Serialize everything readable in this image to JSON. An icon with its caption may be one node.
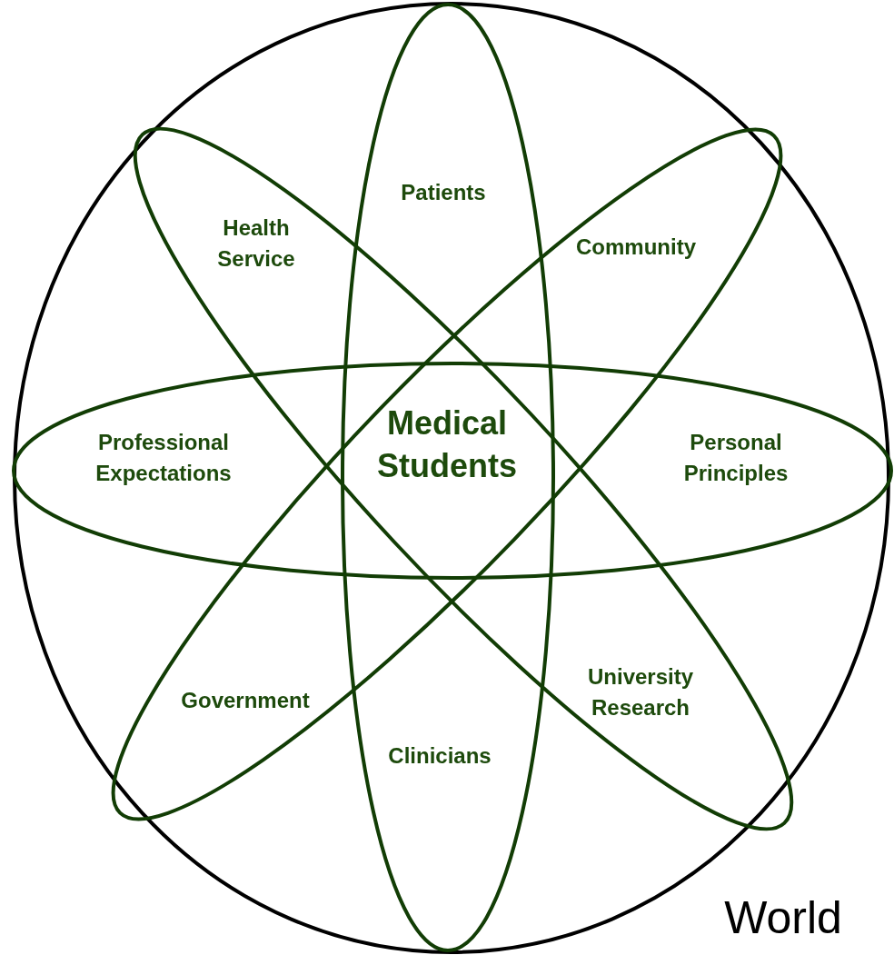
{
  "diagram": {
    "nodes": [
      {
        "text": [
          "World"
        ]
      },
      {
        "text": [
          "Patients",
          "Clinicians"
        ],
        "in": 0
      },
      {
        "text": [
          "Health Service",
          "University Research"
        ],
        "in": 0
      },
      {
        "text": [
          "Community",
          "Government"
        ],
        "in": 0
      },
      {
        "text": [
          "Professional Expectations",
          "Personal Principles"
        ],
        "in": 0
      }
    ],
    "edges": [],
    "labels": [
      "Medical Students"
    ]
  }
}
